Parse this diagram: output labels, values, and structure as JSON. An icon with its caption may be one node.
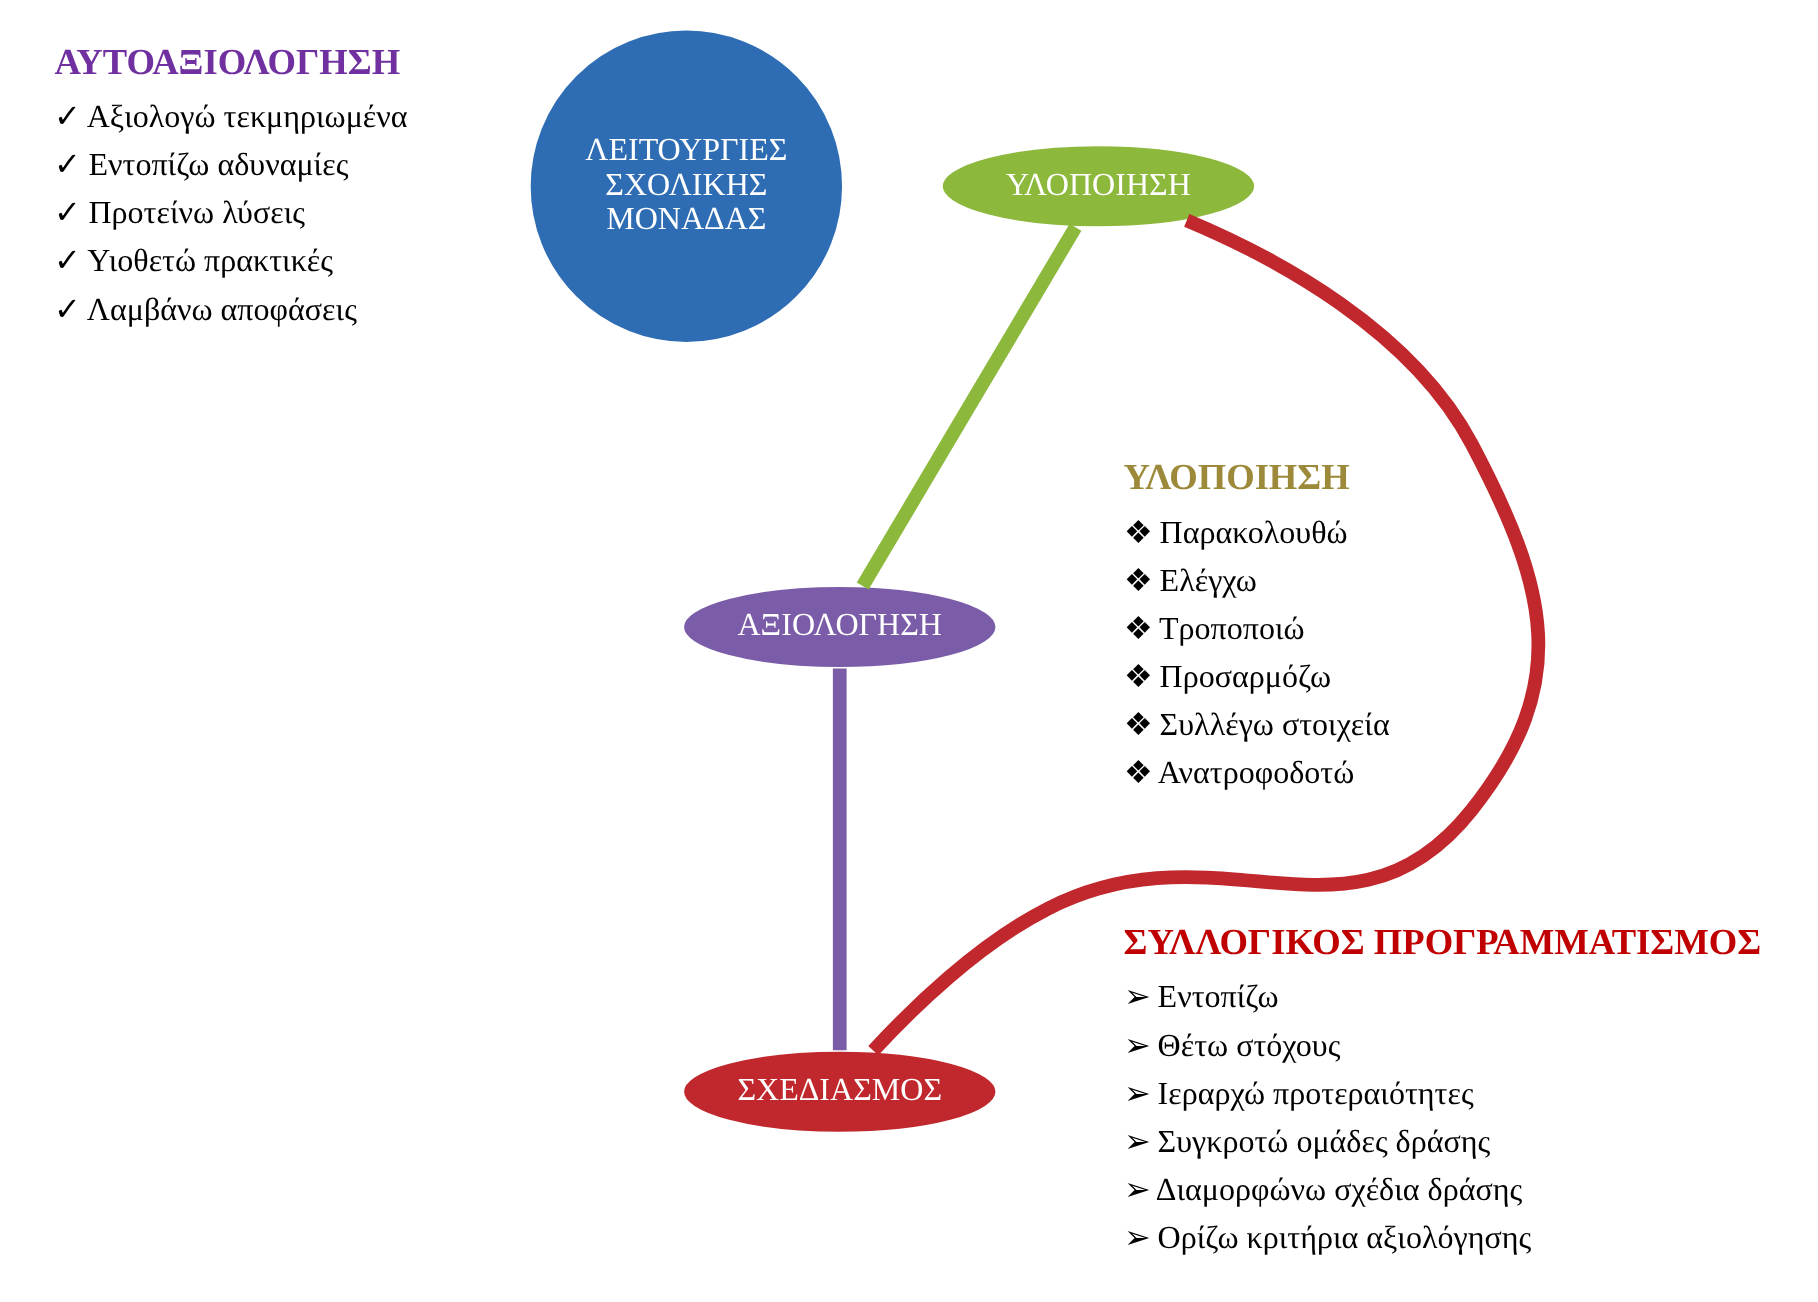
{
  "diagram": {
    "nodes": [
      {
        "text": [
          "ΛΕΙΤΟΥΡΓΙΕΣ ΣΧΟΛΙΚΗΣ ΜΟΝΑΔΑΣ"
        ]
      },
      {
        "text": [
          "ΣΧΕΔΙΑΣΜΟΣ"
        ]
      },
      {
        "text": [
          "ΥΛΟΠΟΙΗΣΗ"
        ]
      },
      {
        "text": [
          "ΑΞΙΟΛΟΓΗΣΗ"
        ]
      }
    ],
    "edges": [
      {
        "from": 1,
        "to": 2,
        "arrow": "none",
        "color": "#c0282d"
      },
      {
        "from": 2,
        "to": 3,
        "arrow": "none",
        "color": "#8cb83c"
      },
      {
        "from": 3,
        "to": 1,
        "arrow": "none",
        "color": "#7a5ca8"
      }
    ],
    "labels": [
      "ΣΥΛΛΟΓΙΚΟΣ ΠΡΟΓΡΑΜΜΑΤΙΣΜΟΣ",
      "➢ Εντοπίζω",
      "➢ Θέτω στόχους",
      "➢ Ιεραρχώ προτεραιότητες",
      "➢ Συγκροτώ ομάδες δράσης",
      "➢ Διαμορφώνω σχέδια δράσης",
      "➢ Ορίζω κριτήρια αξιολόγησης",
      "ΑΥΤΟΑΞΙΟΛΟΓΗΣΗ",
      "✓ Αξιολογώ τεκμηριωμένα",
      "✓ Εντοπίζω αδυναμίες",
      "✓ Προτείνω λύσεις",
      "✓ Υιοθετώ πρακτικές",
      "✓ Λαμβάνω αποφάσεις",
      "ΥΛΟΠΟΙΗΣΗ",
      "❖ Παρακολουθώ",
      "❖ Ελέγχω",
      "❖ Τροποποιώ",
      "❖ Προσαρμόζω",
      "❖ Συλλέγω στοιχεία",
      "❖ Ανατροφοδοτώ"
    ]
  }
}
